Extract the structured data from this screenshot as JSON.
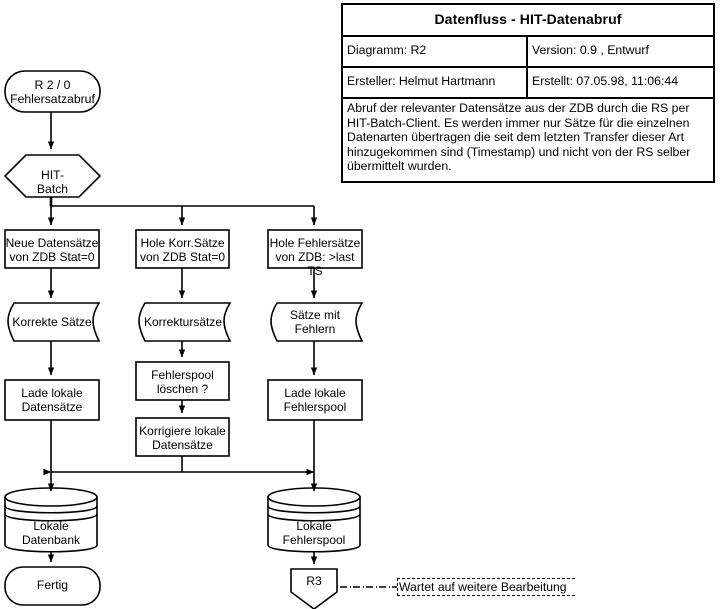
{
  "title_block": {
    "heading": "Datenfluss - HIT-Datenabruf",
    "diagram_label": "Diagramm: R2",
    "version_label": "Version: 0.9 , Entwurf",
    "author_label": "Ersteller: Helmut Hartmann",
    "created_label": "Erstellt:  07.05.98, 11:06:44",
    "description": "Abruf der relevanter Datensätze aus der ZDB durch die RS per HIT-Batch-Client. Es werden immer nur Sätze für die einzelnen Datenarten übertragen die seit dem letzten Transfer dieser Art hinzugekommen sind (Timestamp) und nicht von der RS selber übermittelt wurden."
  },
  "diagram": {
    "type": "flowchart",
    "stroke_color": "#000000",
    "fill_color": "#ffffff",
    "nodes": [
      {
        "id": "start",
        "shape": "rounded-rectangle",
        "label": "R 2 / 0\nFehlersatzabruf"
      },
      {
        "id": "hit-batch",
        "shape": "hexagon",
        "label": "HIT-\nBatch"
      },
      {
        "id": "neue-datensaetze",
        "shape": "process",
        "label": "Neue Datensätze\nvon ZDB Stat=0"
      },
      {
        "id": "hole-korr",
        "shape": "process",
        "label": "Hole Korr.Sätze\nvon ZDB Stat=0"
      },
      {
        "id": "hole-fehler",
        "shape": "process",
        "label": "Hole Fehlersätze\nvon ZDB: >last TS"
      },
      {
        "id": "korrekte-saetze",
        "shape": "stored-data",
        "label": "Korrekte Sätze"
      },
      {
        "id": "korrektursaetze",
        "shape": "stored-data",
        "label": "Korrektursätze"
      },
      {
        "id": "saetze-fehler",
        "shape": "stored-data",
        "label": "Sätze mit\nFehlern"
      },
      {
        "id": "lade-lokale",
        "shape": "process",
        "label": "Lade lokale\nDatensätze"
      },
      {
        "id": "fehlerspool-loeschen",
        "shape": "process",
        "label": "Fehlerspool\nlöschen ?"
      },
      {
        "id": "lade-fehlerspool",
        "shape": "process",
        "label": "Lade lokale\nFehlerspool"
      },
      {
        "id": "korrigiere-lokale",
        "shape": "process",
        "label": "Korrigiere lokale\nDatensätze"
      },
      {
        "id": "lokale-datenbank",
        "shape": "database",
        "label": "Lokale\nDatenbank"
      },
      {
        "id": "lokale-fehlerspool",
        "shape": "database",
        "label": "Lokale\nFehlerspool"
      },
      {
        "id": "fertig",
        "shape": "rounded-rectangle",
        "label": "Fertig"
      },
      {
        "id": "r3",
        "shape": "pentagon-down",
        "label": "R3"
      }
    ],
    "annotation": {
      "id": "wartet-annotation",
      "label": "Wartet auf weitere Bearbeitung",
      "connector": "dashed"
    }
  }
}
